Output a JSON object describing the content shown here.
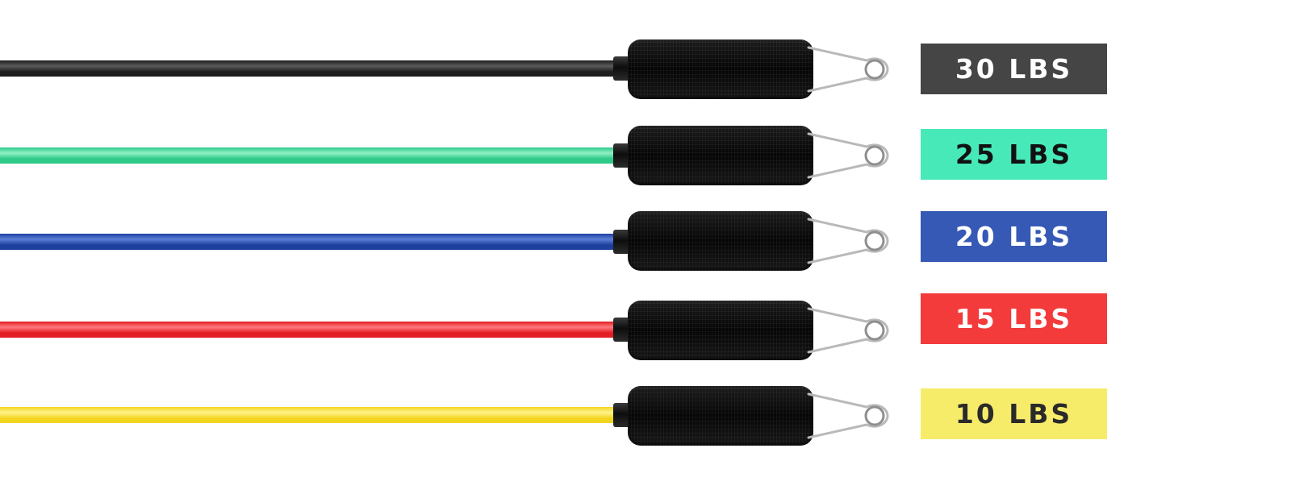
{
  "bands": [
    {
      "label": "30 LBS",
      "tube_color": "#1e1e1e",
      "tube_highlight": "#5a5a5a",
      "label_bg": "#454545",
      "label_fg": "#ffffff"
    },
    {
      "label": "25 LBS",
      "tube_color": "#2fc98a",
      "tube_highlight": "#8ff0c4",
      "label_bg": "#47e9b8",
      "label_fg": "#111111"
    },
    {
      "label": "20 LBS",
      "tube_color": "#1d3f9e",
      "tube_highlight": "#5b7fd8",
      "label_bg": "#3659b5",
      "label_fg": "#ffffff"
    },
    {
      "label": "15 LBS",
      "tube_color": "#e31d24",
      "tube_highlight": "#ff7a7e",
      "label_bg": "#f33b3b",
      "label_fg": "#ffffff"
    },
    {
      "label": "10 LBS",
      "tube_color": "#f2d520",
      "tube_highlight": "#fff38a",
      "label_bg": "#f7ec6a",
      "label_fg": "#2a2a2a"
    }
  ],
  "icons": {
    "handle": "foam-handle-icon",
    "clip": "carabiner-clip-icon"
  }
}
